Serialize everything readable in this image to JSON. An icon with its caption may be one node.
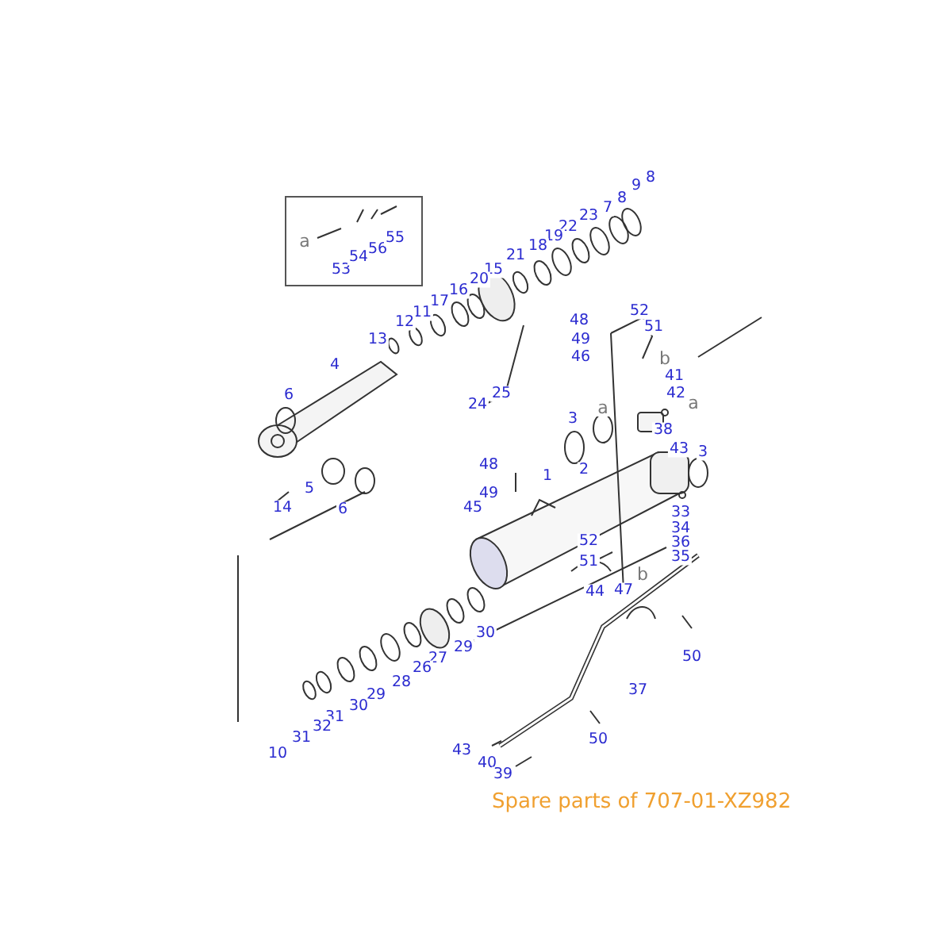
{
  "diagram": {
    "caption": "Spare parts of 707-01-XZ982",
    "labels": [
      "a",
      "53",
      "54",
      "56",
      "55",
      "8",
      "9",
      "8",
      "7",
      "23",
      "22",
      "19",
      "18",
      "21",
      "15",
      "20",
      "16",
      "17",
      "11",
      "12",
      "13",
      "48",
      "52",
      "51",
      "49",
      "4",
      "46",
      "b",
      "41",
      "25",
      "24",
      "42",
      "a",
      "a",
      "38",
      "6",
      "3",
      "43",
      "3",
      "2",
      "1",
      "48",
      "49",
      "45",
      "33",
      "34",
      "36",
      "35",
      "52",
      "51",
      "44",
      "47",
      "b",
      "14",
      "5",
      "6",
      "30",
      "29",
      "27",
      "26",
      "28",
      "29",
      "30",
      "31",
      "32",
      "31",
      "10",
      "50",
      "37",
      "50",
      "43",
      "40",
      "39"
    ]
  }
}
